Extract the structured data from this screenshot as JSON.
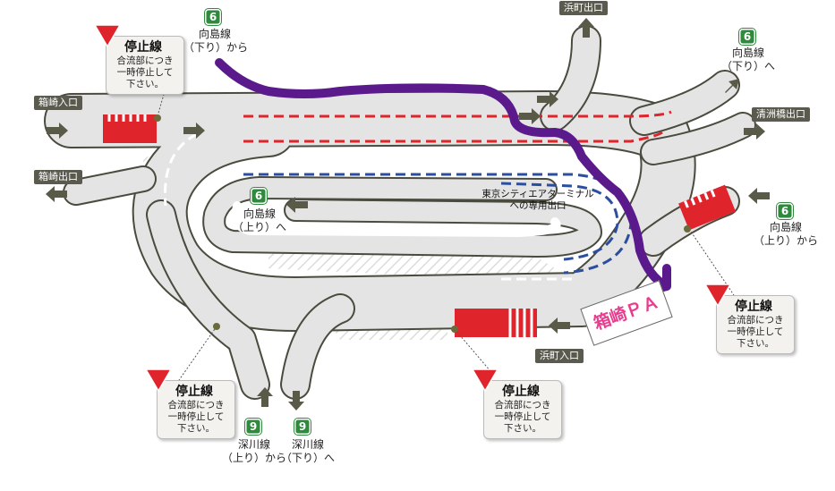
{
  "entrances_exits": {
    "hakozaki_entrance": "箱崎入口",
    "hakozaki_exit": "箱崎出口",
    "hamacho_exit": "浜町出口",
    "kiyosubashi_exit": "清洲橋出口",
    "hamacho_entrance": "浜町入口"
  },
  "routes": {
    "mukojima_down_from": {
      "number": "6",
      "line1": "向島線",
      "line2": "（下り）から"
    },
    "mukojima_down_to": {
      "number": "6",
      "line1": "向島線",
      "line2": "（下り）へ"
    },
    "mukojima_up_to": {
      "number": "6",
      "line1": "向島線",
      "line2": "（上り）へ"
    },
    "mukojima_up_from": {
      "number": "6",
      "line1": "向島線",
      "line2": "（上り）から"
    },
    "fukagawa_up_from": {
      "number": "9",
      "line1": "深川線",
      "line2": "（上り）から"
    },
    "fukagawa_down_to": {
      "number": "9",
      "line1": "深川線",
      "line2": "（下り）へ"
    }
  },
  "stop_notices": [
    {
      "sign": "止まれ",
      "title": "停止線",
      "text1": "合流部につき",
      "text2": "一時停止して",
      "text3": "下さい。"
    },
    {
      "sign": "止まれ",
      "title": "停止線",
      "text1": "合流部につき",
      "text2": "一時停止して",
      "text3": "下さい。"
    },
    {
      "sign": "止まれ",
      "title": "停止線",
      "text1": "合流部につき",
      "text2": "一時停止して",
      "text3": "下さい。"
    },
    {
      "sign": "止まれ",
      "title": "停止線",
      "text1": "合流部につき",
      "text2": "一時停止して",
      "text3": "下さい。"
    }
  ],
  "terminal_exit": {
    "line1": "東京シティエアターミナル",
    "line2": "への専用出口"
  },
  "parking_area": "箱崎ＰＡ",
  "road_marking": "止まれ",
  "colors": {
    "road": "#e4e4e4",
    "road_edge": "#4a4a3e",
    "route_highlight": "#5b1a8c",
    "red_lane": "#e0242c",
    "blue_lane": "#2b4f9e",
    "route_sign": "#2f8a3e",
    "pa_text": "#e83c8e",
    "arrow": "#5a5a48"
  }
}
